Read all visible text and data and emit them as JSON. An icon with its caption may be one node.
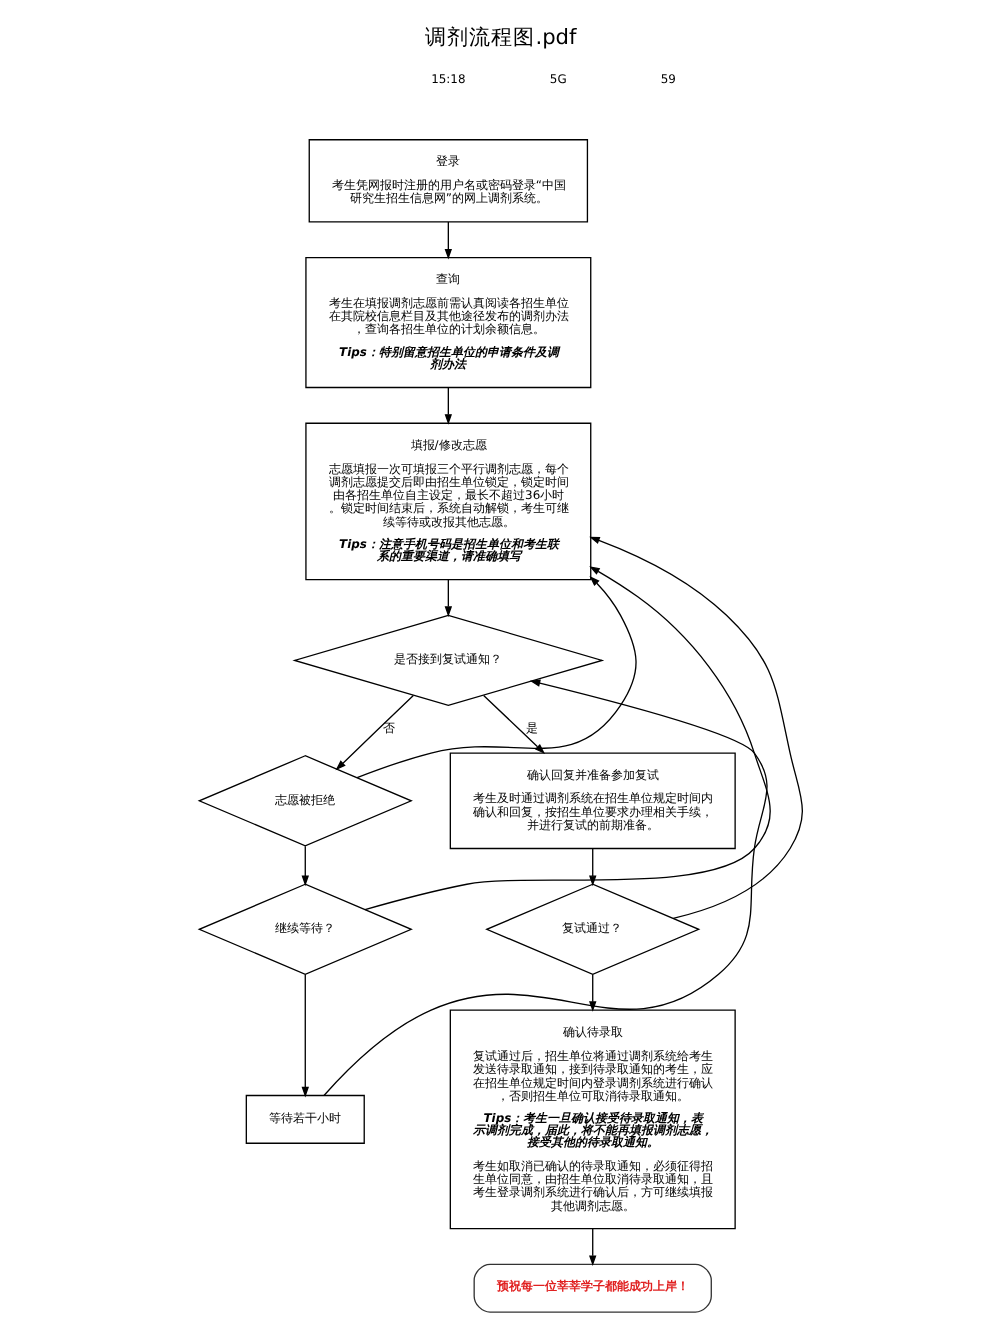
{
  "diagram": {
    "title": "调剂流程图.pdf",
    "nodes": [
      {
        "text": [
          "登录",
          "考生凭网报时注册的用户名或密码登录“中国研究生招生信息网”的网上调剂系统。"
        ]
      },
      {
        "text": [
          "查询",
          "考生在填报调剂志愿前需认真阅读各招生单位在其院校信息栏目及其他途径发布的调剂办法，查询各招生单位的计划余额信息。",
          "Tips：特别留意招生单位的申请条件及调剂办法"
        ]
      },
      {
        "text": [
          "填报/修改志愿",
          "志愿填报一次可填报三个平行调剂志愿，每个调剂志愿提交后即由招生单位锁定，锁定时间由各招生单位自主设定，最长不超过36小时。锁定时间结束后，系统自动解锁，考生可继续等待或改报其他志愿。",
          "Tips：注意手机号码是招生单位和考生联系的重要渠道，请准确填写"
        ]
      },
      {
        "text": [
          "是否接到复试通知？"
        ]
      },
      {
        "text": [
          "志愿被拒绝"
        ]
      },
      {
        "text": [
          "确认回复并准备参加复试",
          "考生及时通过调剂系统在招生单位规定时间内确认和回复，按招生单位要求办理相关手续，并进行复试的前期准备。"
        ]
      },
      {
        "text": [
          "继续等待？"
        ]
      },
      {
        "text": [
          "复试通过？"
        ]
      },
      {
        "text": [
          "等待若干小时"
        ]
      },
      {
        "text": [
          "确认待录取",
          "复试通过后，招生单位将通过调剂系统给考生发送待录取通知，接到待录取通知的考生，应在招生单位规定时间内登录调剂系统进行确认，否则招生单位可取消待录取通知。",
          "Tips：考生一旦确认接受待录取通知，表示调剂完成，届此，将不能再填报调剂志愿，接受其他的待录取通知。",
          "考生如取消已确认的待录取通知，必须征得招生单位同意，由招生单位取消待录取通知，且考生登录调剂系统进行确认后，方可继续填报其他调剂志愿。"
        ]
      },
      {
        "text": [
          "预祝每一位莘莘学子都能成功上岸！"
        ]
      }
    ],
    "edges": [
      {
        "from": 0,
        "to": 1,
        "arrow": "to"
      },
      {
        "from": 1,
        "to": 2,
        "arrow": "to"
      },
      {
        "from": 2,
        "to": 3,
        "arrow": "to"
      },
      {
        "from": 3,
        "to": 4,
        "arrow": "to",
        "label": "否"
      },
      {
        "from": 3,
        "to": 5,
        "arrow": "to",
        "label": "是"
      },
      {
        "from": 4,
        "to": 2,
        "arrow": "to"
      },
      {
        "from": 4,
        "to": 6,
        "arrow": "to"
      },
      {
        "from": 6,
        "to": 2,
        "arrow": "to"
      },
      {
        "from": 6,
        "to": 8,
        "arrow": "to"
      },
      {
        "from": 8,
        "to": 3,
        "arrow": "to"
      },
      {
        "from": 5,
        "to": 7,
        "arrow": "to"
      },
      {
        "from": 7,
        "to": 2,
        "arrow": "to"
      },
      {
        "from": 7,
        "to": 9,
        "arrow": "to"
      },
      {
        "from": 9,
        "to": 10,
        "arrow": "to"
      }
    ],
    "labels": [
      "15:18",
      "5G",
      "59"
    ]
  }
}
